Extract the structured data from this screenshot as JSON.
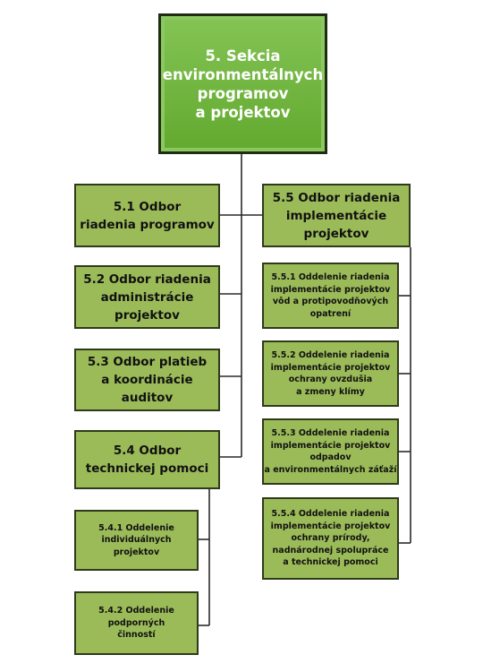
{
  "chart": {
    "root": {
      "label": "5. Sekcia\nenvironmentálnych\nprogramov\na projektov"
    },
    "d51": {
      "label": "5.1 Odbor\nriadenia programov"
    },
    "d52": {
      "label": "5.2 Odbor riadenia\nadministrácie\nprojektov"
    },
    "d53": {
      "label": "5.3 Odbor platieb\na koordinácie\nauditov"
    },
    "d54": {
      "label": "5.4 Odbor\ntechnickej pomoci"
    },
    "d541": {
      "label": "5.4.1 Oddelenie\nindividuálnych\nprojektov"
    },
    "d542": {
      "label": "5.4.2 Oddelenie\npodporných\nčinností"
    },
    "d55": {
      "label": "5.5 Odbor riadenia\nimplementácie\nprojektov"
    },
    "d551": {
      "label": "5.5.1 Oddelenie riadenia\nimplementácie projektov\nvôd a protipovodňových\nopatrení"
    },
    "d552": {
      "label": "5.5.2 Oddelenie riadenia\nimplementácie projektov\nochrany ovzdušia\na zmeny klímy"
    },
    "d553": {
      "label": "5.5.3 Oddelenie riadenia\nimplementácie projektov\nodpadov\na environmentálnych záťaží"
    },
    "d554": {
      "label": "5.5.4 Oddelenie riadenia\nimplementácie projektov\nochrany prírody,\nnadnárodnej spolupráce\na technickej pomoci"
    }
  }
}
